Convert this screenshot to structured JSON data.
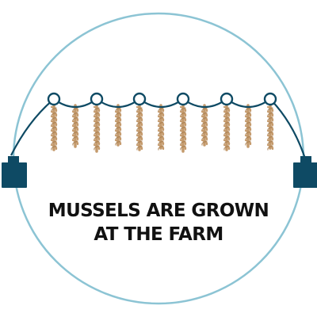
{
  "caption": {
    "line1": "MUSSELS ARE GROWN",
    "line2": "AT THE FARM"
  },
  "colors": {
    "circle_outline": "#8cc4d4",
    "rope_and_anchors": "#0e4a64",
    "mussel_ropes": "#c49a6c",
    "caption_text": "#111111",
    "background": "#ffffff"
  },
  "icons": {
    "buoy": "buoy-icon",
    "anchor_weight": "anchor-block-icon",
    "mussel_rope": "mussel-rope-icon"
  },
  "longline": {
    "buoy_count": 6,
    "mussel_rope_count": 11
  }
}
